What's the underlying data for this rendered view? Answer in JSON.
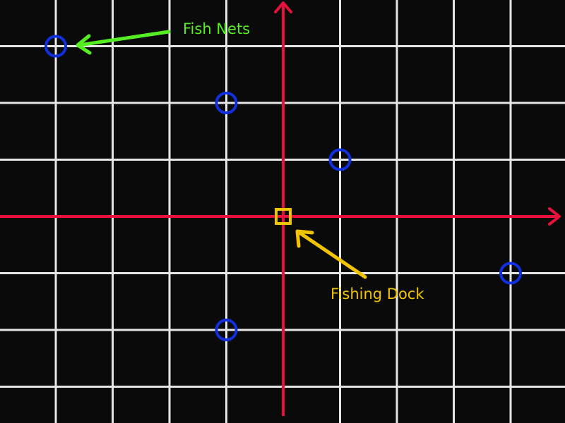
{
  "colors": {
    "background": "#0a0a0a",
    "grid": "#e6e6e6",
    "axes": "#e8103c",
    "nets": "#1030e0",
    "dock": "#f2c400",
    "nets_label": "#55ee22",
    "dock_label": "#f2c400"
  },
  "grid": {
    "x_min": -5,
    "x_max": 5,
    "y_min": -3.6,
    "y_max": 3.8,
    "origin_label": "",
    "tick_labels": "none"
  },
  "labels": {
    "fish_nets": "Fish Nets",
    "fishing_dock": "Fishing Dock"
  },
  "dock": {
    "x": 0,
    "y": 0
  },
  "nets": [
    {
      "x": -4,
      "y": 3
    },
    {
      "x": -1,
      "y": 2
    },
    {
      "x": 1,
      "y": 1
    },
    {
      "x": 4,
      "y": -1
    },
    {
      "x": -1,
      "y": -2
    }
  ]
}
